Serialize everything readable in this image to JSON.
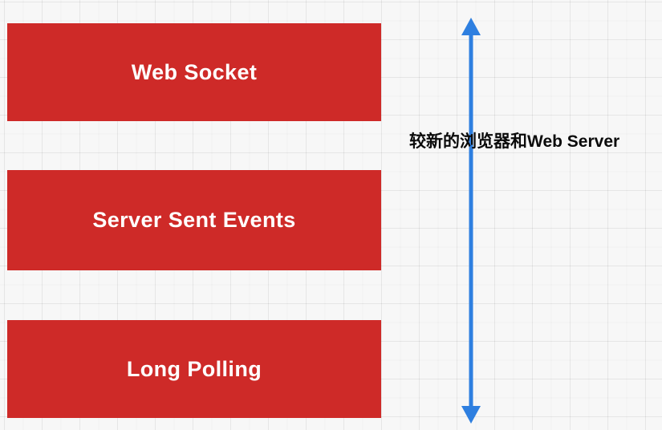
{
  "diagram": {
    "title": "Realtime web techniques stacked comparison",
    "background_color": "#f7f7f7",
    "grid_color": "#ececec",
    "box_color": "#ce2a28",
    "box_text_color": "#ffffff",
    "arrow_color": "#2e7fe0",
    "caption_color": "#0b0b0b"
  },
  "boxes": [
    {
      "id": "web-socket",
      "label": "Web Socket"
    },
    {
      "id": "sse",
      "label": "Server Sent Events"
    },
    {
      "id": "long-polling",
      "label": "Long Polling"
    }
  ],
  "annotation": {
    "caption": "较新的浏览器和Web Server",
    "arrow_name": "double-headed-vertical-arrow"
  }
}
